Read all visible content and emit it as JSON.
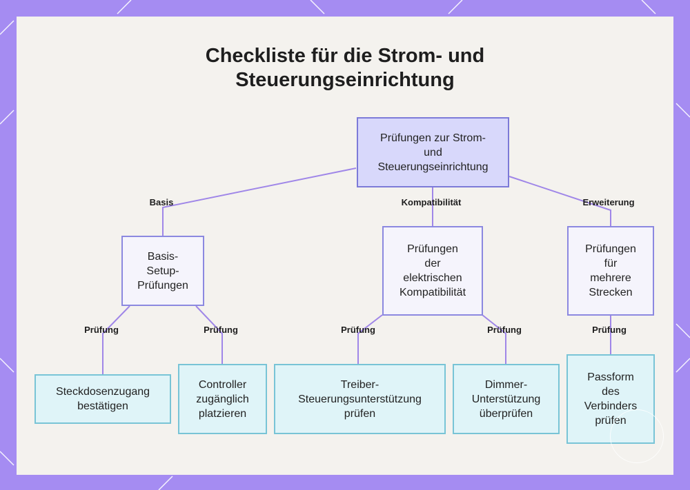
{
  "title_lines": [
    "Checkliste für die Strom- und",
    "Steuerungseinrichtung"
  ],
  "nodes": {
    "root": [
      "Prüfungen zur Strom-",
      "und",
      "Steuerungseinrichtung"
    ],
    "basis": [
      "Basis-",
      "Setup-",
      "Prüfungen"
    ],
    "kompat": [
      "Prüfungen",
      "der",
      "elektrischen",
      "Kompatibilität"
    ],
    "erweit": [
      "Prüfungen",
      "für",
      "mehrere",
      "Strecken"
    ],
    "steck": [
      "Steckdosenzugang",
      "bestätigen"
    ],
    "controller": [
      "Controller",
      "zugänglich",
      "platzieren"
    ],
    "treiber": [
      "Treiber-",
      "Steuerungsunterstützung",
      "prüfen"
    ],
    "dimmer": [
      "Dimmer-",
      "Unterstützung",
      "überprüfen"
    ],
    "passform": [
      "Passform",
      "des",
      "Verbinders",
      "prüfen"
    ]
  },
  "edge_labels": {
    "basis": "Basis",
    "kompat": "Kompatibilität",
    "erweit": "Erweiterung",
    "pruefung": "Prüfung"
  },
  "colors": {
    "frame": "#a58cf2",
    "panel": "#f4f2ee",
    "connector": "#9f86e8",
    "root_fill": "#d8d8fb",
    "mid_fill": "#f5f4fc",
    "leaf_fill": "#dff4f8"
  }
}
